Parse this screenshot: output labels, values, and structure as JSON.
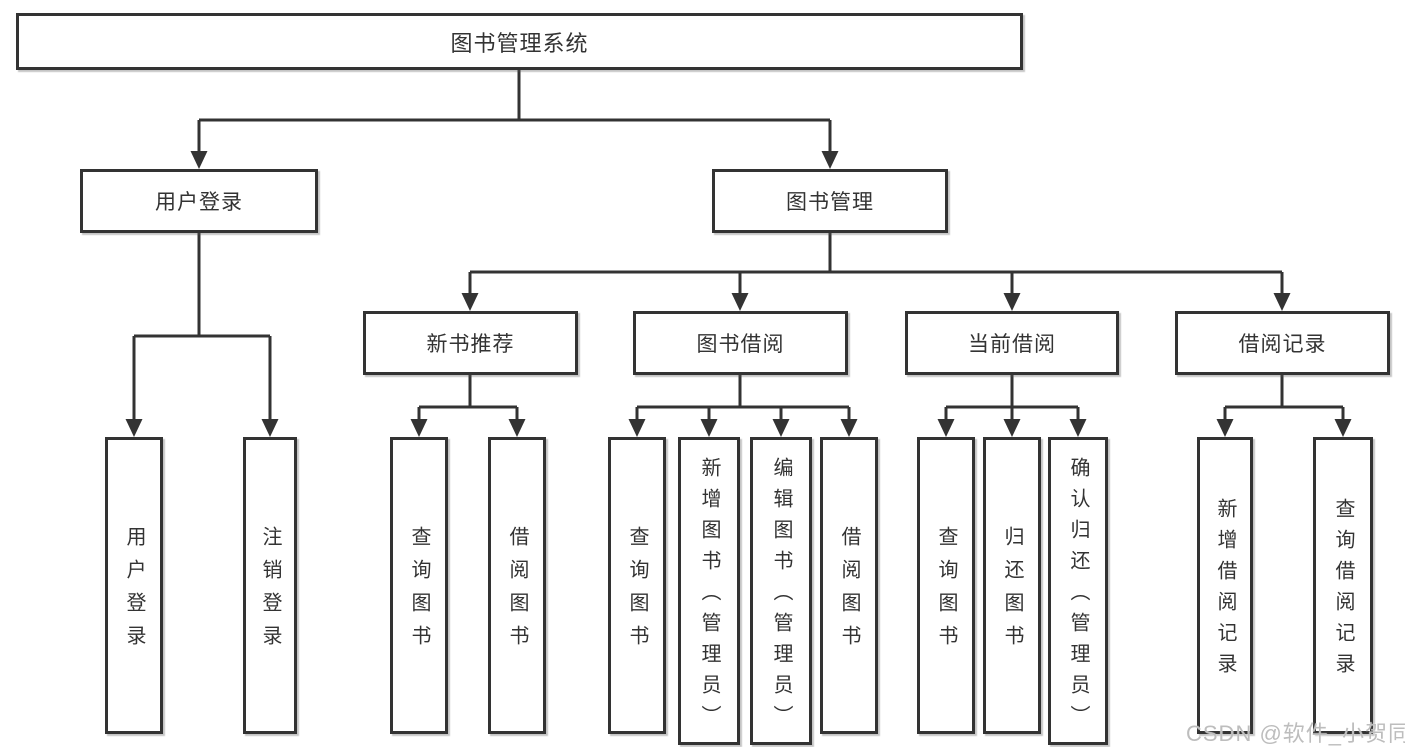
{
  "tree": {
    "root": {
      "label": "图书管理系统",
      "children": [
        {
          "label": "用户登录",
          "children": [
            {
              "label": "用户登录"
            },
            {
              "label": "注销登录"
            }
          ]
        },
        {
          "label": "图书管理",
          "children": [
            {
              "label": "新书推荐",
              "children": [
                {
                  "label": "查询图书"
                },
                {
                  "label": "借阅图书"
                }
              ]
            },
            {
              "label": "图书借阅",
              "children": [
                {
                  "label": "查询图书"
                },
                {
                  "label": "新增图书（管理员）"
                },
                {
                  "label": "编辑图书（管理员）"
                },
                {
                  "label": "借阅图书"
                }
              ]
            },
            {
              "label": "当前借阅",
              "children": [
                {
                  "label": "查询图书"
                },
                {
                  "label": "归还图书"
                },
                {
                  "label": "确认归还（管理员）"
                }
              ]
            },
            {
              "label": "借阅记录",
              "children": [
                {
                  "label": "新增借阅记录"
                },
                {
                  "label": "查询借阅记录"
                }
              ]
            }
          ]
        }
      ]
    }
  },
  "watermark": {
    "text": "CSDN @软件_小贺同学"
  },
  "colors": {
    "line": "#333333",
    "box_border": "#333333",
    "text": "#333333",
    "watermark": "#bdbdbd",
    "background": "#ffffff"
  }
}
